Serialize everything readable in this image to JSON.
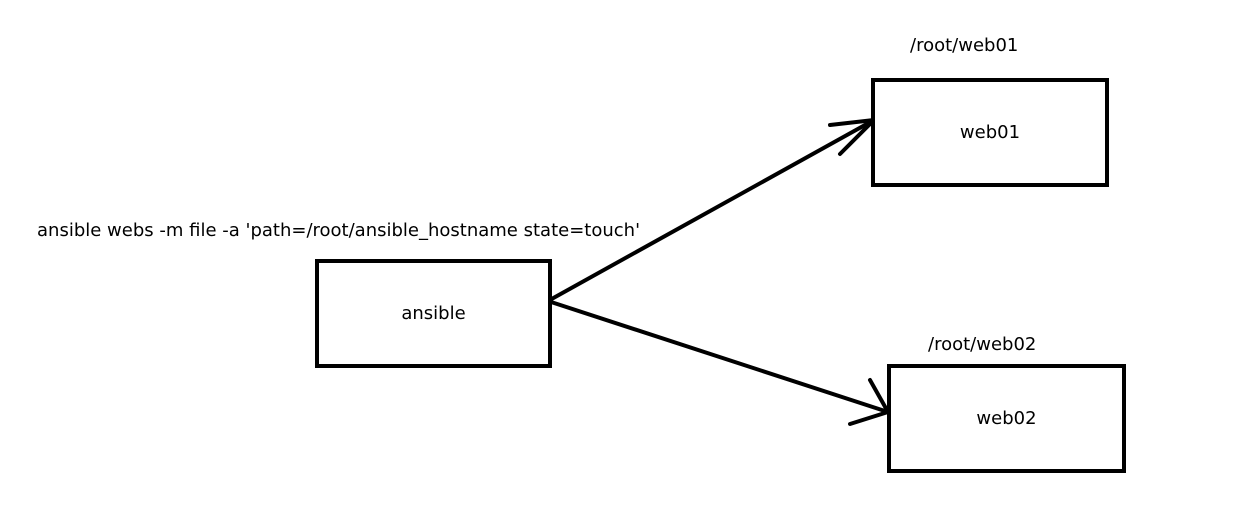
{
  "command": "ansible webs -m file -a 'path=/root/ansible_hostname state=touch'",
  "nodes": {
    "ansible": {
      "label": "ansible"
    },
    "web01": {
      "label": "web01",
      "path": "/root/web01"
    },
    "web02": {
      "label": "web02",
      "path": "/root/web02"
    }
  },
  "colors": {
    "stroke": "#000000",
    "background": "#ffffff"
  }
}
